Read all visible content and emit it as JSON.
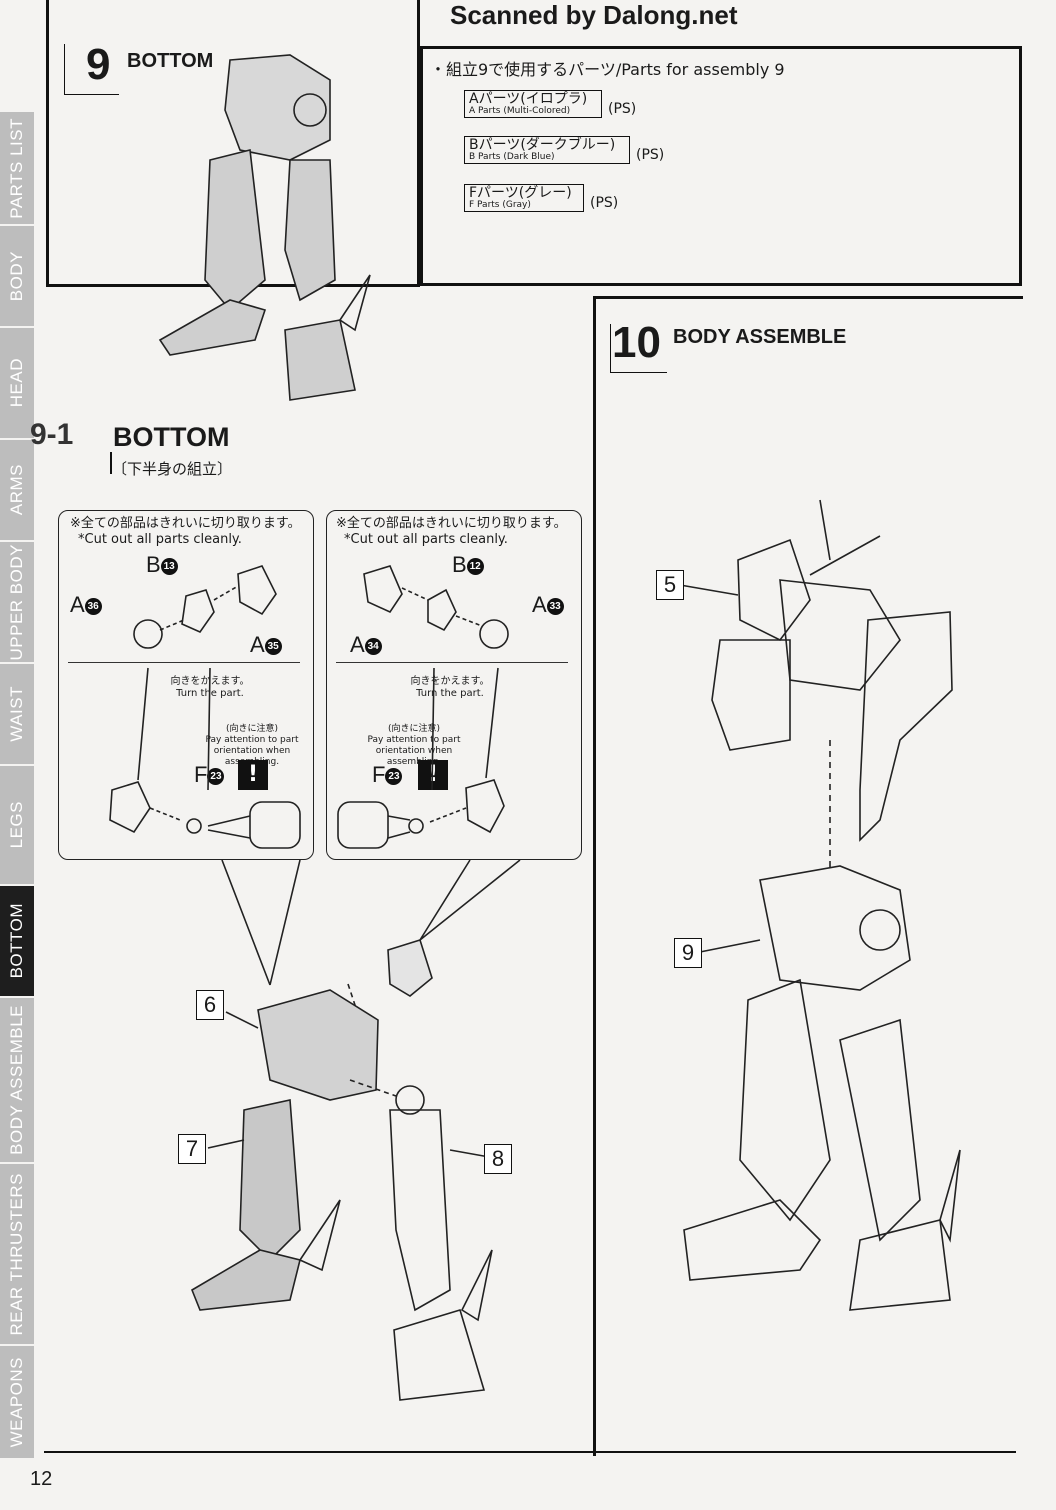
{
  "watermark": "Scanned by Dalong.net",
  "side_tabs": [
    "PARTS LIST",
    "BODY",
    "HEAD",
    "ARMS",
    "UPPER BODY",
    "WAIST",
    "LEGS",
    "BOTTOM",
    "BODY ASSEMBLE",
    "REAR THRUSTERS",
    "WEAPONS"
  ],
  "active_tab": "BOTTOM",
  "step9": {
    "number": "9",
    "title": "BOTTOM"
  },
  "parts_header": "・組立9で使用するパーツ/Parts for assembly 9",
  "parts": [
    {
      "jp": "Aパーツ(イロプラ)",
      "en": "A Parts (Multi-Colored)",
      "mat": "(PS)"
    },
    {
      "jp": "Bパーツ(ダークブルー)",
      "en": "B Parts (Dark Blue)",
      "mat": "(PS)"
    },
    {
      "jp": "Fパーツ(グレー)",
      "en": "F Parts (Gray)",
      "mat": "(PS)"
    }
  ],
  "step10": {
    "number": "10",
    "title": "BODY ASSEMBLE"
  },
  "step91": {
    "number": "9-1",
    "title": "BOTTOM",
    "subtitle": "〔下半身の組立〕"
  },
  "panel_left": {
    "note_jp": "※全ての部品はきれいに切り取ります。",
    "note_en": "*Cut out all parts cleanly.",
    "labels": {
      "b": "B",
      "b_num": "13",
      "a1": "A",
      "a1_num": "36",
      "a2": "A",
      "a2_num": "35",
      "f": "F",
      "f_num": "23"
    },
    "turn_jp": "向きをかえます。",
    "turn_en": "Turn the part.",
    "attn_jp": "(向きに注意)",
    "attn_en": "Pay attention to part orientation when assembling."
  },
  "panel_right": {
    "note_jp": "※全ての部品はきれいに切り取ります。",
    "note_en": "*Cut out all parts cleanly.",
    "labels": {
      "b": "B",
      "b_num": "12",
      "a1": "A",
      "a1_num": "34",
      "a2": "A",
      "a2_num": "33",
      "f": "F",
      "f_num": "23"
    },
    "turn_jp": "向きをかえます。",
    "turn_en": "Turn the part.",
    "attn_jp": "(向きに注意)",
    "attn_en": "Pay attention to part orientation when assembling."
  },
  "callouts": {
    "c6": "6",
    "c7": "7",
    "c8": "8",
    "c5": "5",
    "c9": "9"
  },
  "page_number": "12"
}
